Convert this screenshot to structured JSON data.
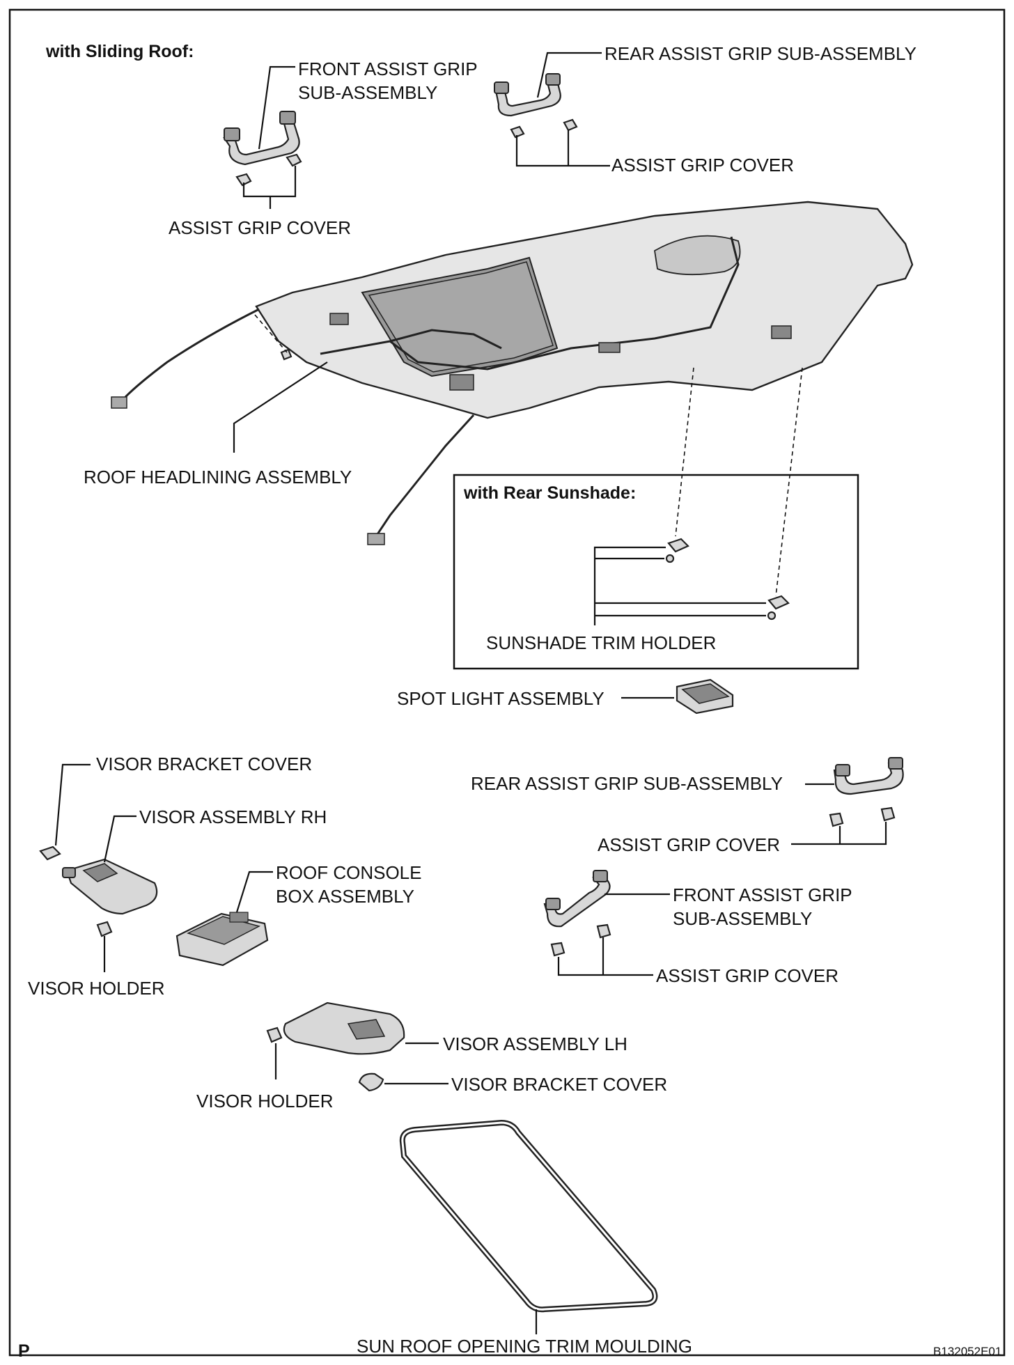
{
  "headers": {
    "with_sliding_roof": "with Sliding Roof:",
    "with_rear_sunshade": "with Rear Sunshade:"
  },
  "labels": {
    "front_assist_grip_top_1": "FRONT ASSIST GRIP",
    "front_assist_grip_top_2": "SUB-ASSEMBLY",
    "rear_assist_grip_top": "REAR ASSIST GRIP SUB-ASSEMBLY",
    "assist_grip_cover_top_right": "ASSIST GRIP COVER",
    "assist_grip_cover_top_left": "ASSIST GRIP COVER",
    "roof_headlining": "ROOF HEADLINING ASSEMBLY",
    "sunshade_trim_holder": "SUNSHADE TRIM HOLDER",
    "spot_light": "SPOT LIGHT ASSEMBLY",
    "visor_bracket_cover_rh": "VISOR BRACKET COVER",
    "visor_assembly_rh": "VISOR ASSEMBLY RH",
    "roof_console_1": "ROOF CONSOLE",
    "roof_console_2": "BOX ASSEMBLY",
    "visor_holder_rh": "VISOR HOLDER",
    "rear_assist_grip_bottom": "REAR ASSIST GRIP SUB-ASSEMBLY",
    "assist_grip_cover_mid": "ASSIST GRIP COVER",
    "front_assist_grip_bottom_1": "FRONT ASSIST GRIP",
    "front_assist_grip_bottom_2": "SUB-ASSEMBLY",
    "assist_grip_cover_bottom": "ASSIST GRIP COVER",
    "visor_assembly_lh": "VISOR ASSEMBLY LH",
    "visor_bracket_cover_lh": "VISOR BRACKET COVER",
    "visor_holder_lh": "VISOR HOLDER",
    "sun_roof_moulding": "SUN ROOF OPENING TRIM MOULDING"
  },
  "footer": {
    "page_letter": "P",
    "figure_code": "B132052E01"
  },
  "colors": {
    "line": "#111111",
    "part_fill": "#d8d8d8",
    "part_dark": "#9a9a9a"
  }
}
